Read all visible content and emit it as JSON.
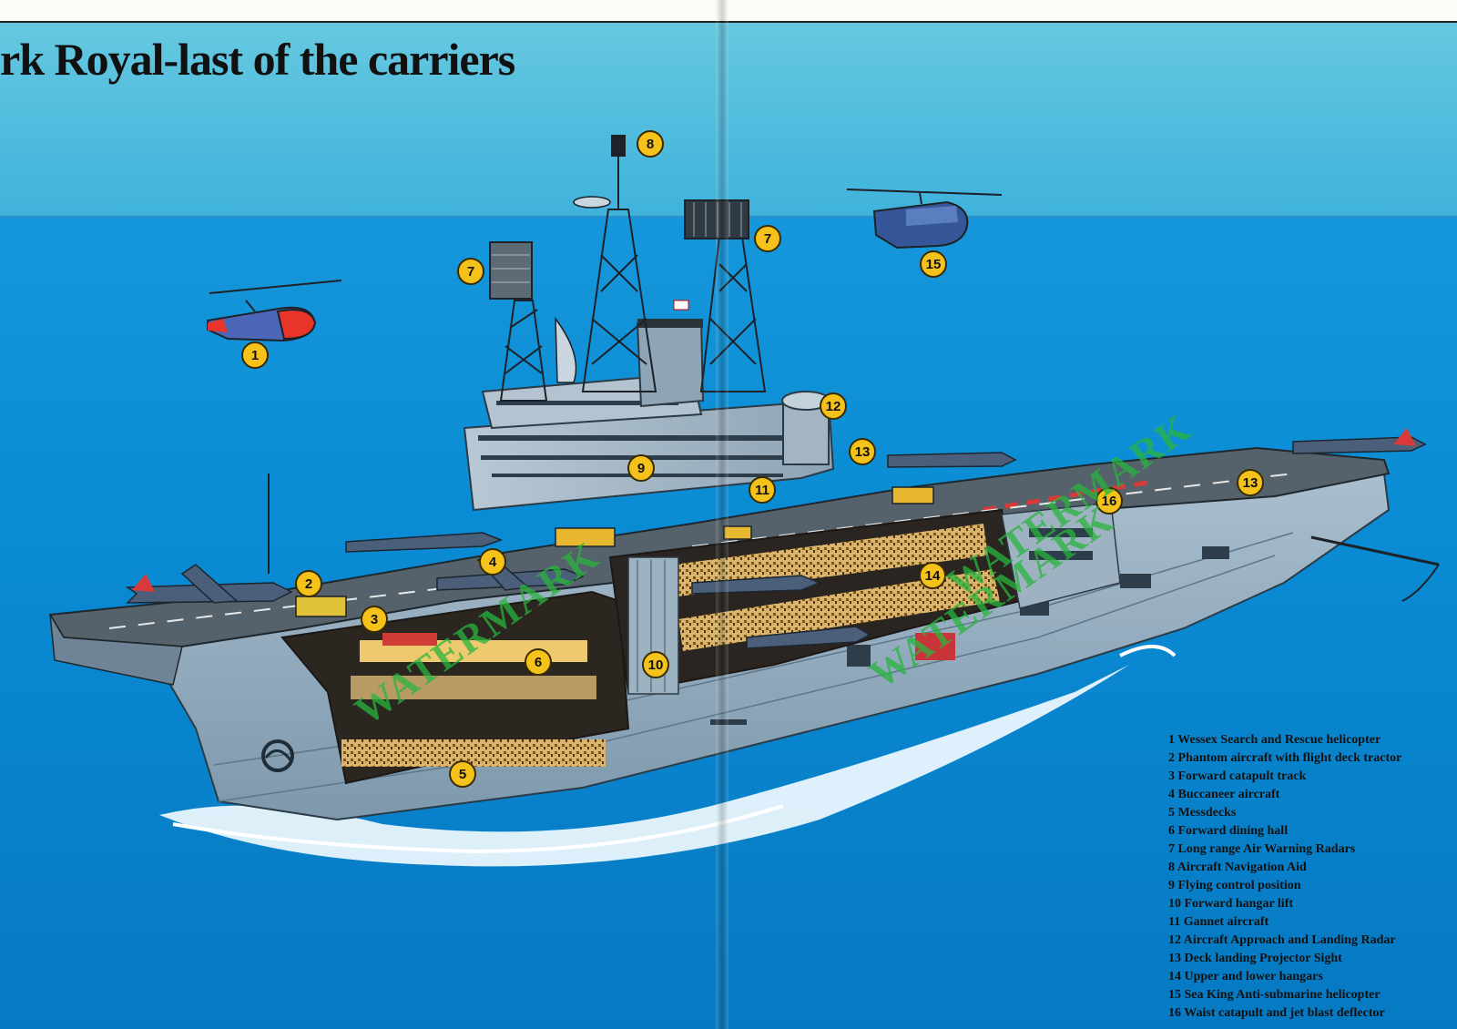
{
  "title": "rk Royal-last of the carriers",
  "watermark_text": "WATERMARK",
  "colors": {
    "sky_top": "#5ec4df",
    "sea": "#0a8ed6",
    "hull": "#8fa9bd",
    "deck": "#4f5a62",
    "callout_fill": "#f4c21b",
    "rescue_helicopter": "#e8342a",
    "watermark": "#2fae3c"
  },
  "callouts": [
    {
      "number": "1",
      "icon": "rescue-helicopter-icon"
    },
    {
      "number": "2",
      "icon": "deck-tractor-icon"
    },
    {
      "number": "3",
      "icon": "catapult-track-icon"
    },
    {
      "number": "4",
      "icon": "aircraft-icon"
    },
    {
      "number": "5",
      "icon": "messdeck-icon"
    },
    {
      "number": "6",
      "icon": "dining-hall-icon"
    },
    {
      "number": "7",
      "icon": "radar-icon"
    },
    {
      "number": "7",
      "icon": "radar-icon"
    },
    {
      "number": "8",
      "icon": "navigation-aid-icon"
    },
    {
      "number": "9",
      "icon": "control-tower-icon"
    },
    {
      "number": "10",
      "icon": "hangar-lift-icon"
    },
    {
      "number": "11",
      "icon": "aircraft-icon"
    },
    {
      "number": "12",
      "icon": "radar-dome-icon"
    },
    {
      "number": "13",
      "icon": "projector-sight-icon"
    },
    {
      "number": "13",
      "icon": "projector-sight-icon"
    },
    {
      "number": "14",
      "icon": "hangar-icon"
    },
    {
      "number": "15",
      "icon": "sea-king-helicopter-icon"
    },
    {
      "number": "16",
      "icon": "catapult-icon"
    }
  ],
  "legend": [
    "1 Wessex Search and Rescue helicopter",
    "2 Phantom aircraft with flight deck tractor",
    "3 Forward catapult track",
    "4 Buccaneer aircraft",
    "5 Messdecks",
    "6 Forward dining hall",
    "7 Long range Air Warning Radars",
    "8 Aircraft Navigation Aid",
    "9 Flying control position",
    "10 Forward hangar lift",
    "11 Gannet aircraft",
    "12 Aircraft Approach and Landing Radar",
    "13 Deck landing Projector Sight",
    "14 Upper and lower hangars",
    "15 Sea King Anti-submarine helicopter",
    "16 Waist catapult and jet blast deflector"
  ]
}
